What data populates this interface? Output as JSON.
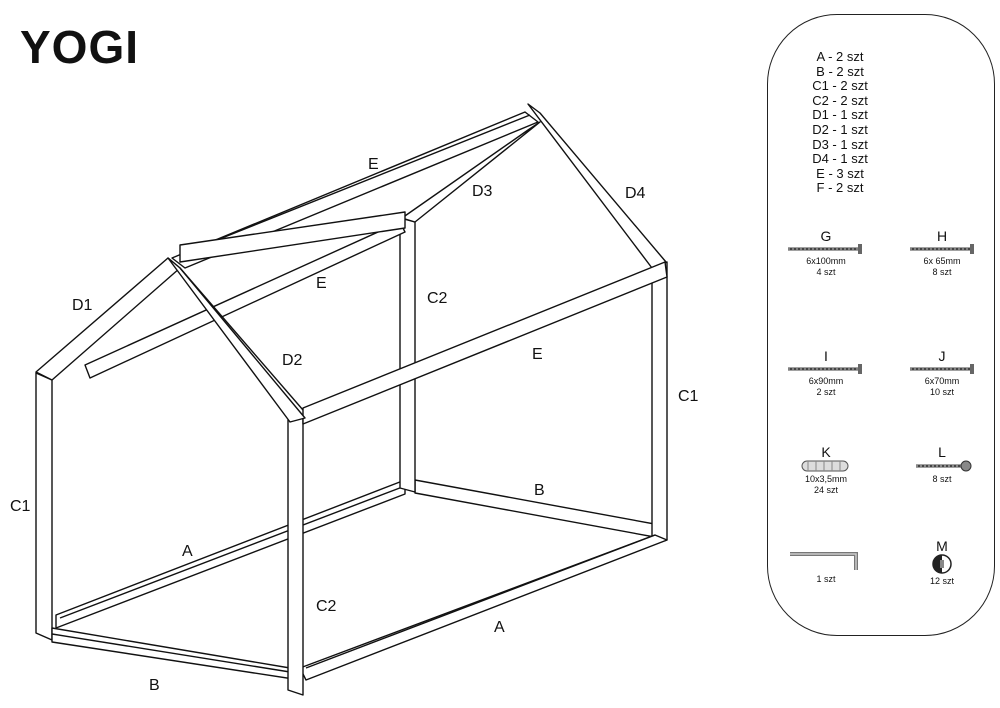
{
  "title": "YOGI",
  "labels": {
    "E_top": "E",
    "D3": "D3",
    "D4": "D4",
    "D1": "D1",
    "E_back": "E",
    "C2_back": "C2",
    "D2": "D2",
    "E_front": "E",
    "C1_right": "C1",
    "C1_left": "C1",
    "B_back": "B",
    "A_left": "A",
    "C2_front": "C2",
    "A_front": "A",
    "B_front": "B"
  },
  "parts_list": [
    "A - 2 szt",
    "B - 2 szt",
    "C1 - 2 szt",
    "C2 - 2 szt",
    "D1 - 1 szt",
    "D2 - 1 szt",
    "D3 - 1 szt",
    "D4 - 1 szt",
    "E - 3 szt",
    "F - 2 szt"
  ],
  "hardware": {
    "G": {
      "letter": "G",
      "size": "6x100mm",
      "qty": "4 szt",
      "icon": "screw-icon"
    },
    "H": {
      "letter": "H",
      "size": "6x 65mm",
      "qty": "8 szt",
      "icon": "screw-icon"
    },
    "I": {
      "letter": "I",
      "size": "6x90mm",
      "qty": "2 szt",
      "icon": "screw-icon"
    },
    "J": {
      "letter": "J",
      "size": "6x70mm",
      "qty": "10 szt",
      "icon": "screw-icon"
    },
    "K": {
      "letter": "K",
      "size": "10x3,5mm",
      "qty": "24 szt",
      "icon": "dowel-icon"
    },
    "L": {
      "letter": "L",
      "size": "",
      "qty": "8 szt",
      "icon": "short-screw-icon"
    },
    "allen": {
      "letter": "",
      "size": "",
      "qty": "1 szt",
      "icon": "allen-key-icon"
    },
    "M": {
      "letter": "M",
      "size": "",
      "qty": "12 szt",
      "icon": "cam-lock-icon"
    }
  }
}
